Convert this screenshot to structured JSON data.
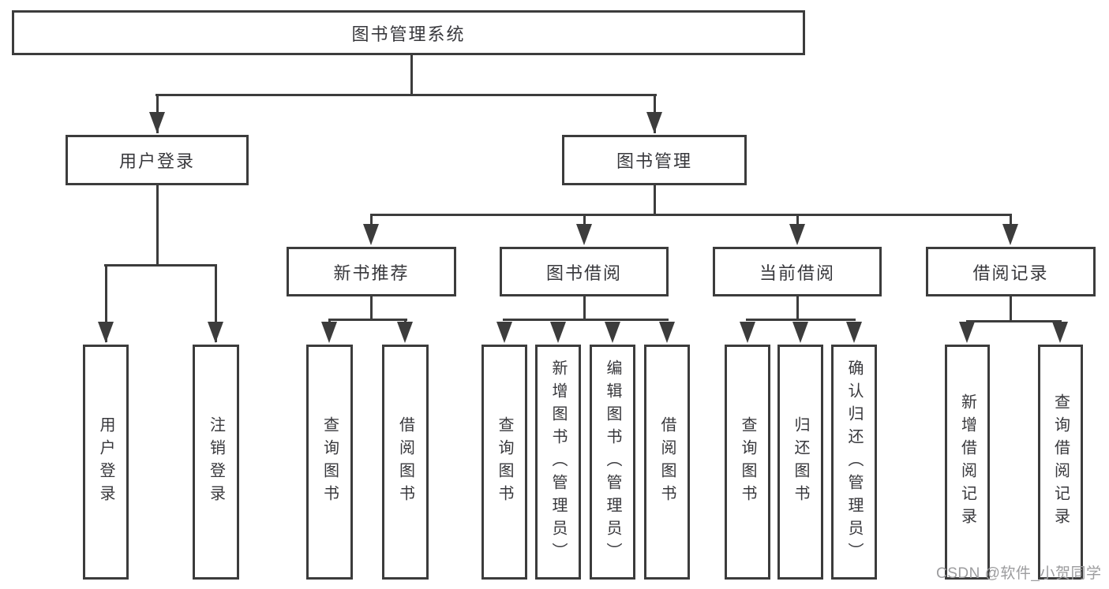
{
  "diagram": {
    "root": {
      "label": "图书管理系统"
    },
    "branches": [
      {
        "label": "用户登录",
        "children": [
          {
            "label": "用户登录"
          },
          {
            "label": "注销登录"
          }
        ]
      },
      {
        "label": "图书管理",
        "children": [
          {
            "label": "新书推荐",
            "children": [
              {
                "label": "查询图书"
              },
              {
                "label": "借阅图书"
              }
            ]
          },
          {
            "label": "图书借阅",
            "children": [
              {
                "label": "查询图书"
              },
              {
                "label": "新增图书（管理员）"
              },
              {
                "label": "编辑图书（管理员）"
              },
              {
                "label": "借阅图书"
              }
            ]
          },
          {
            "label": "当前借阅",
            "children": [
              {
                "label": "查询图书"
              },
              {
                "label": "归还图书"
              },
              {
                "label": "确认归还（管理员）"
              }
            ]
          },
          {
            "label": "借阅记录",
            "children": [
              {
                "label": "新增借阅记录"
              },
              {
                "label": "查询借阅记录"
              }
            ]
          }
        ]
      }
    ]
  },
  "watermark": {
    "text": "CSDN @软件_小贺同学"
  },
  "colors": {
    "line": "#3c3c3c",
    "text": "#38383c",
    "watermark": "#9c9c9e",
    "background": "#ffffff"
  }
}
